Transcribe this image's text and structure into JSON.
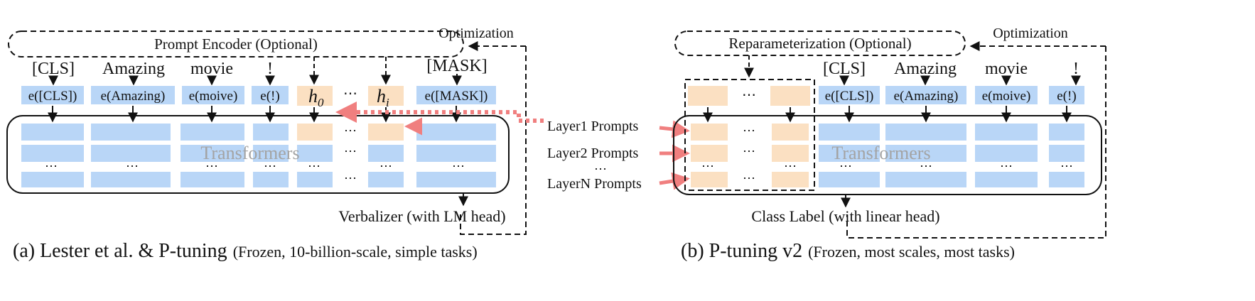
{
  "left": {
    "encoder_label": "Prompt Encoder (Optional)",
    "optimization_label": "Optimization",
    "tokens": [
      "[CLS]",
      "Amazing",
      "movie",
      "!",
      "[MASK]"
    ],
    "embeddings": [
      "e([CLS])",
      "e(Amazing)",
      "e(moive)",
      "e(!)",
      "e([MASK])"
    ],
    "prompt_h0": "h",
    "prompt_h0_sub": "0",
    "prompt_hi": "h",
    "prompt_hi_sub": "i",
    "transformers_label": "Transformers",
    "verbalizer_label": "Verbalizer (with LM head)",
    "caption_main": "(a) Lester et al. & P-tuning",
    "caption_detail": "(Frozen, 10-billion-scale, simple tasks)"
  },
  "middle": {
    "layer_labels": [
      "Layer1 Prompts",
      "Layer2 Prompts",
      "LayerN Prompts"
    ]
  },
  "right": {
    "reparam_label": "Reparameterization (Optional)",
    "optimization_label": "Optimization",
    "tokens": [
      "[CLS]",
      "Amazing",
      "movie",
      "!"
    ],
    "embeddings": [
      "e([CLS])",
      "e(Amazing)",
      "e(moive)",
      "e(!)"
    ],
    "transformers_label": "Transformers",
    "class_label": "Class Label (with linear head)",
    "caption_main": "(b) P-tuning v2",
    "caption_detail": "(Frozen, most scales, most tasks)"
  },
  "colors": {
    "embedding_blue": "#b9d6f7",
    "prompt_peach": "#fbe0c2",
    "highlight_red": "#f07f7f"
  }
}
